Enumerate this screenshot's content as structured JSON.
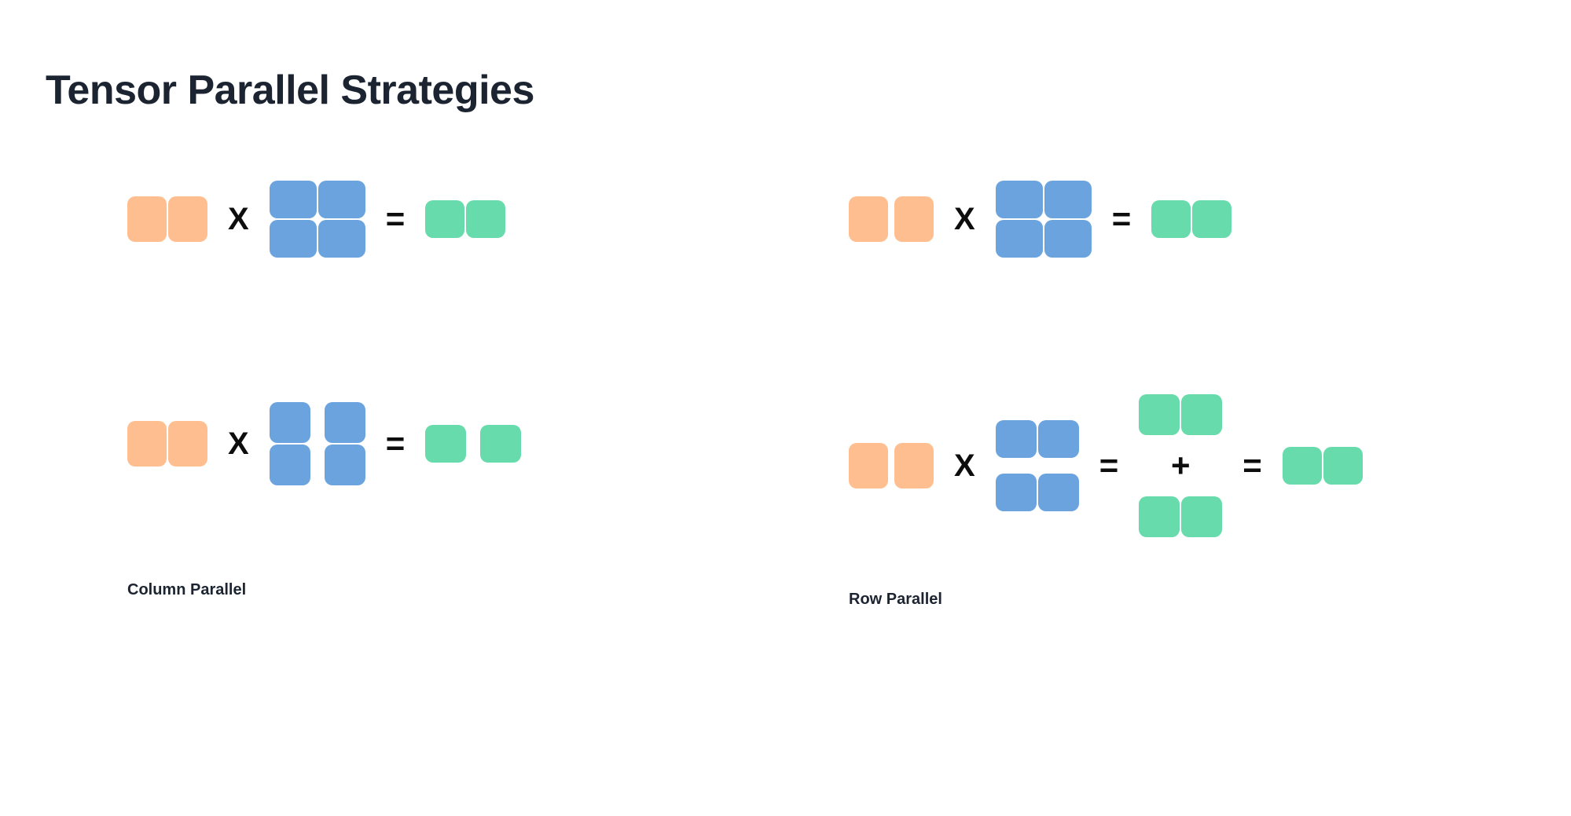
{
  "page": {
    "title": "Tensor Parallel Strategies",
    "background_color": "#ffffff"
  },
  "palette": {
    "input_orange": "#ffbe8f",
    "weight_blue": "#6ba3de",
    "output_green": "#67dbac",
    "text_dark": "#1b2430",
    "operator_black": "#0d0d0d"
  },
  "operators": {
    "times": "X",
    "equals": "=",
    "plus": "+"
  },
  "panels": [
    {
      "id": "column-parallel",
      "caption": "Column Parallel",
      "equations": [
        {
          "id": "reference",
          "terms": [
            {
              "kind": "matrix",
              "color": "input_orange",
              "rows": 1,
              "cols": 2,
              "split": "none"
            },
            {
              "kind": "operator",
              "symbol": "X"
            },
            {
              "kind": "matrix",
              "color": "weight_blue",
              "rows": 2,
              "cols": 2,
              "split": "none"
            },
            {
              "kind": "operator",
              "symbol": "="
            },
            {
              "kind": "matrix",
              "color": "output_green",
              "rows": 1,
              "cols": 2,
              "split": "none"
            }
          ]
        },
        {
          "id": "strategy",
          "terms": [
            {
              "kind": "matrix",
              "color": "input_orange",
              "rows": 1,
              "cols": 2,
              "split": "none"
            },
            {
              "kind": "operator",
              "symbol": "X"
            },
            {
              "kind": "matrix",
              "color": "weight_blue",
              "rows": 2,
              "cols": 2,
              "split": "columns"
            },
            {
              "kind": "operator",
              "symbol": "="
            },
            {
              "kind": "matrix",
              "color": "output_green",
              "rows": 1,
              "cols": 2,
              "split": "columns"
            }
          ]
        }
      ]
    },
    {
      "id": "row-parallel",
      "caption": "Row Parallel",
      "equations": [
        {
          "id": "reference",
          "terms": [
            {
              "kind": "matrix",
              "color": "input_orange",
              "rows": 1,
              "cols": 2,
              "split": "none"
            },
            {
              "kind": "operator",
              "symbol": "X"
            },
            {
              "kind": "matrix",
              "color": "weight_blue",
              "rows": 2,
              "cols": 2,
              "split": "none"
            },
            {
              "kind": "operator",
              "symbol": "="
            },
            {
              "kind": "matrix",
              "color": "output_green",
              "rows": 1,
              "cols": 2,
              "split": "none"
            }
          ]
        },
        {
          "id": "strategy",
          "terms": [
            {
              "kind": "matrix",
              "color": "input_orange",
              "rows": 1,
              "cols": 2,
              "split": "columns"
            },
            {
              "kind": "operator",
              "symbol": "X"
            },
            {
              "kind": "matrix",
              "color": "weight_blue",
              "rows": 2,
              "cols": 2,
              "split": "rows"
            },
            {
              "kind": "operator",
              "symbol": "="
            },
            {
              "kind": "partial_sum",
              "color": "output_green",
              "parts": 2,
              "rows": 1,
              "cols": 2,
              "joiner": "+"
            },
            {
              "kind": "operator",
              "symbol": "="
            },
            {
              "kind": "matrix",
              "color": "output_green",
              "rows": 1,
              "cols": 2,
              "split": "none"
            }
          ]
        }
      ]
    }
  ]
}
